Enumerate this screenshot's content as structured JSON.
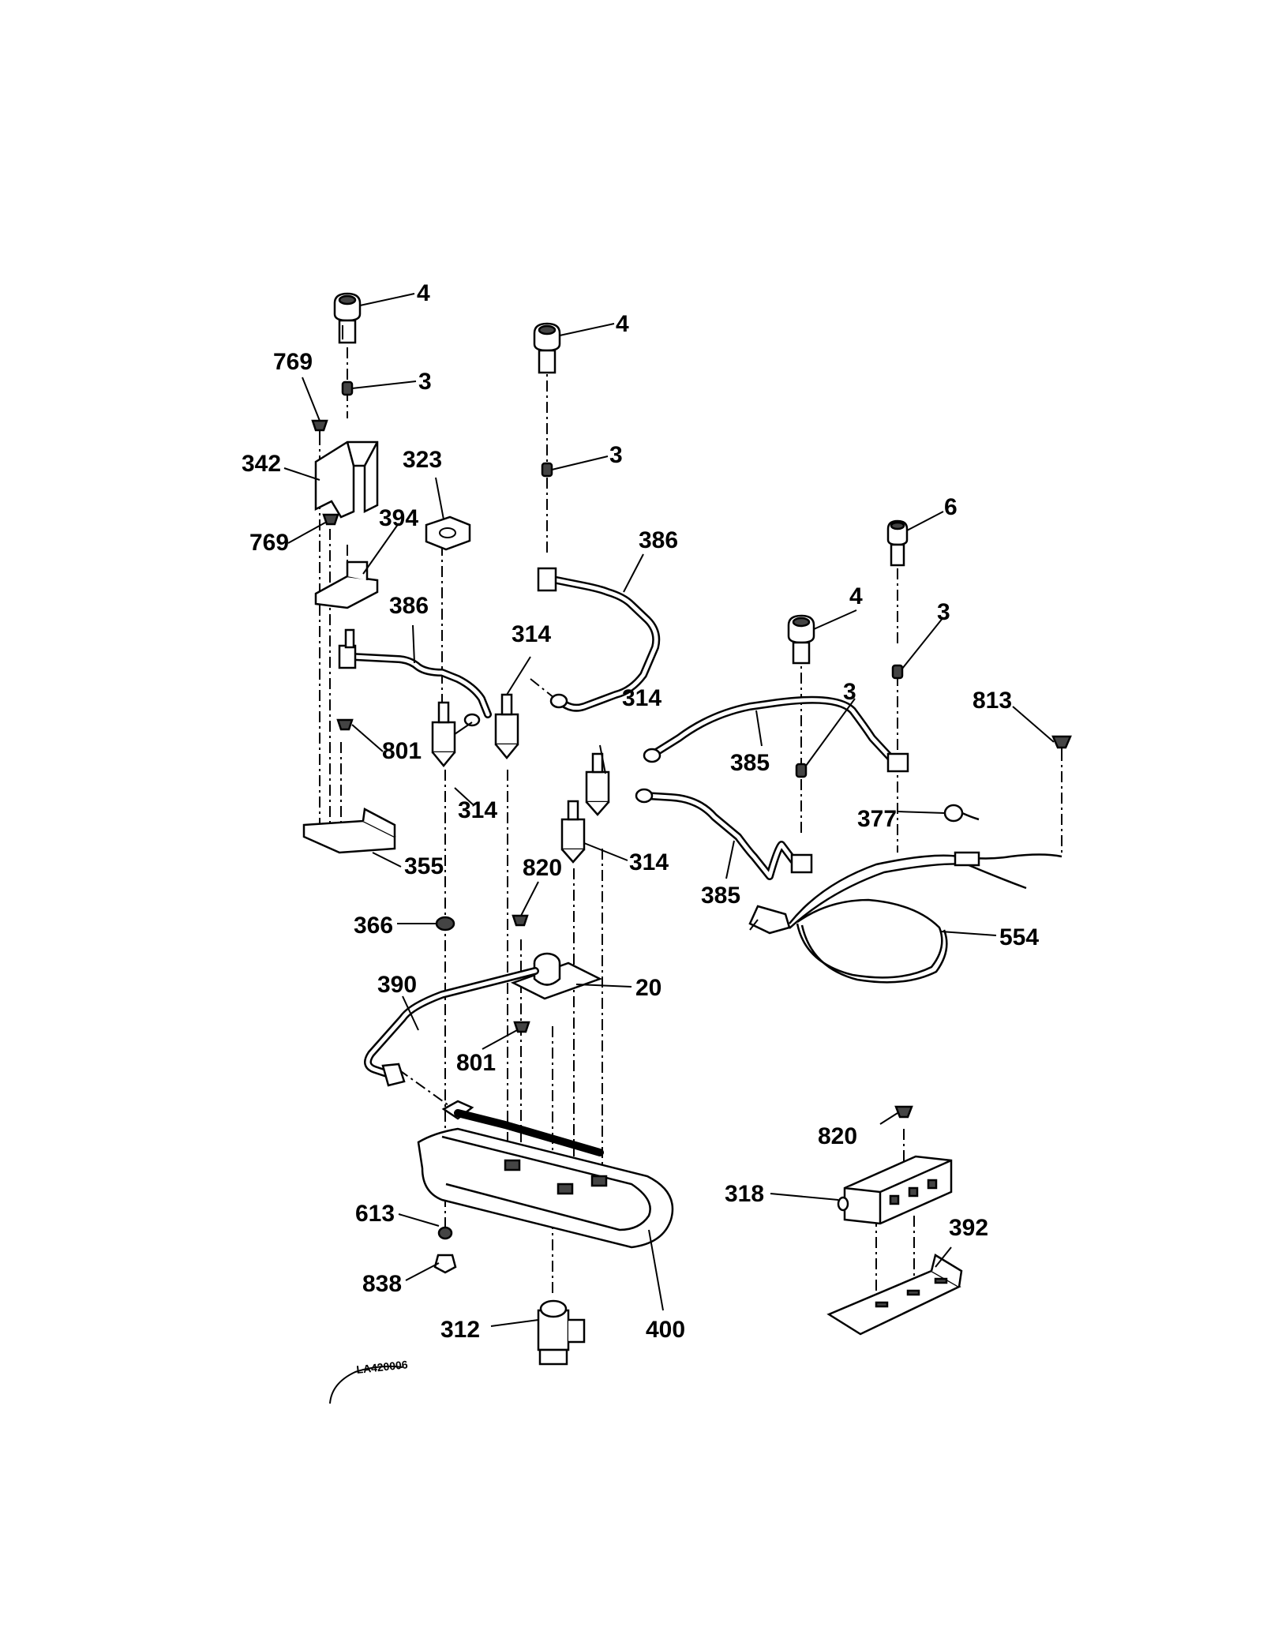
{
  "diagram": {
    "stamp": "LA420006",
    "callouts": [
      {
        "id": "c-4a",
        "text": "4"
      },
      {
        "id": "c-4b",
        "text": "4"
      },
      {
        "id": "c-4c",
        "text": "4"
      },
      {
        "id": "c-6",
        "text": "6"
      },
      {
        "id": "c-3a",
        "text": "3"
      },
      {
        "id": "c-3b",
        "text": "3"
      },
      {
        "id": "c-3c",
        "text": "3"
      },
      {
        "id": "c-3d",
        "text": "3"
      },
      {
        "id": "c-769a",
        "text": "769"
      },
      {
        "id": "c-769b",
        "text": "769"
      },
      {
        "id": "c-342",
        "text": "342"
      },
      {
        "id": "c-323",
        "text": "323"
      },
      {
        "id": "c-394",
        "text": "394"
      },
      {
        "id": "c-386a",
        "text": "386"
      },
      {
        "id": "c-386b",
        "text": "386"
      },
      {
        "id": "c-314a",
        "text": "314"
      },
      {
        "id": "c-314b",
        "text": "314"
      },
      {
        "id": "c-314c",
        "text": "314"
      },
      {
        "id": "c-314d",
        "text": "314"
      },
      {
        "id": "c-801a",
        "text": "801"
      },
      {
        "id": "c-801b",
        "text": "801"
      },
      {
        "id": "c-355",
        "text": "355"
      },
      {
        "id": "c-813",
        "text": "813"
      },
      {
        "id": "c-385a",
        "text": "385"
      },
      {
        "id": "c-385b",
        "text": "385"
      },
      {
        "id": "c-377",
        "text": "377"
      },
      {
        "id": "c-820a",
        "text": "820"
      },
      {
        "id": "c-820b",
        "text": "820"
      },
      {
        "id": "c-366",
        "text": "366"
      },
      {
        "id": "c-554",
        "text": "554"
      },
      {
        "id": "c-390",
        "text": "390"
      },
      {
        "id": "c-20",
        "text": "20"
      },
      {
        "id": "c-613",
        "text": "613"
      },
      {
        "id": "c-838",
        "text": "838"
      },
      {
        "id": "c-312",
        "text": "312"
      },
      {
        "id": "c-400",
        "text": "400"
      },
      {
        "id": "c-318",
        "text": "318"
      },
      {
        "id": "c-392",
        "text": "392"
      }
    ]
  }
}
